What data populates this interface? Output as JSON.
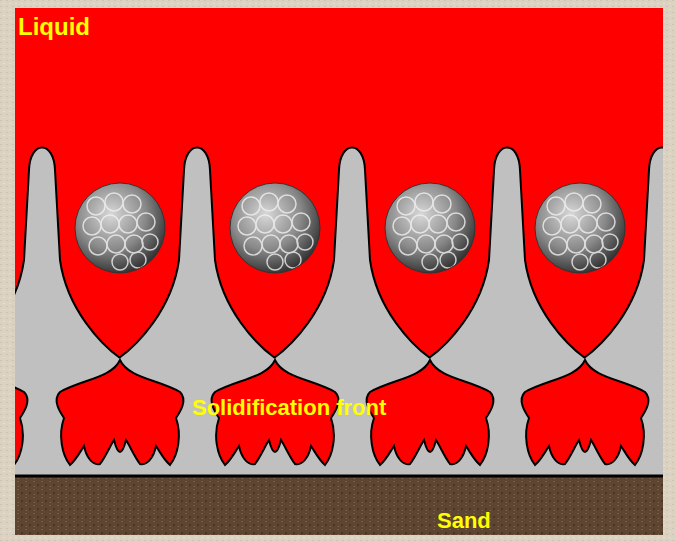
{
  "diagram": {
    "nodes": [
      {
        "text": [
          "Sand"
        ]
      }
    ],
    "labels": [
      "Liquid",
      "Solidification front"
    ]
  }
}
